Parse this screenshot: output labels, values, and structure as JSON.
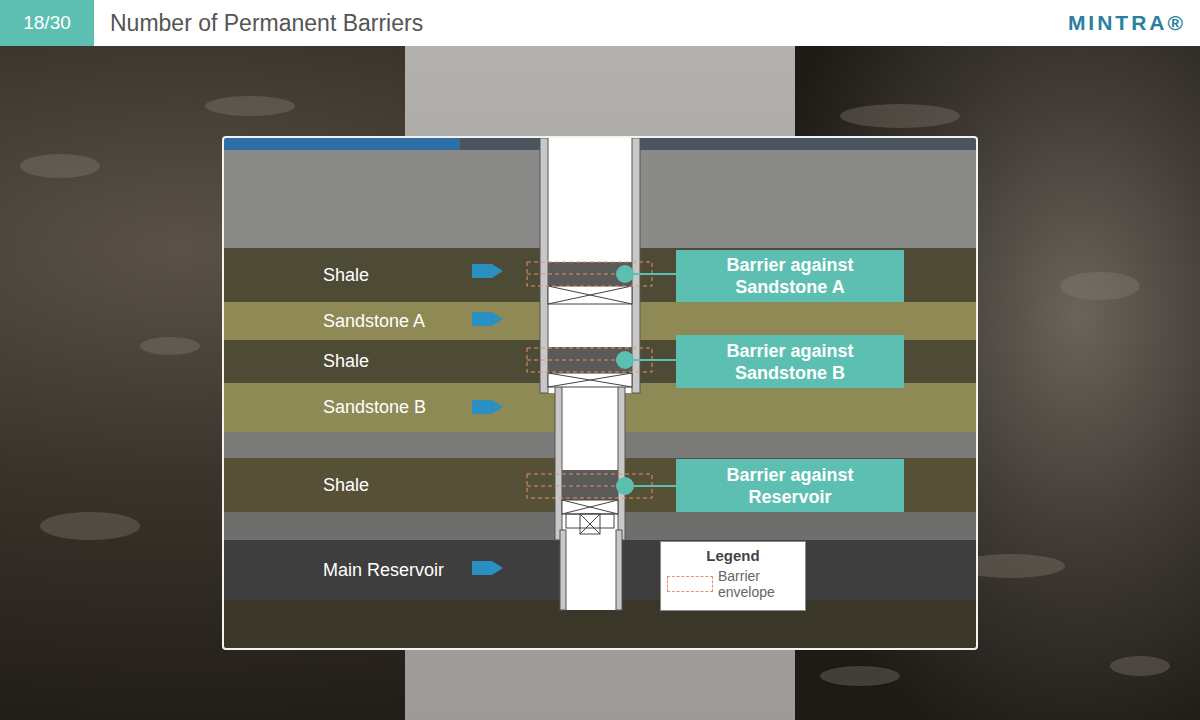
{
  "diagram": {
    "title": "Number of Permanent Barriers",
    "nodes": [
      {
        "text": [
          "18/30"
        ]
      },
      {
        "text": [
          "Shale"
        ]
      },
      {
        "text": [
          "Barrier against Sandstone A"
        ]
      },
      {
        "text": [
          "Sandstone A"
        ]
      },
      {
        "text": [
          "Shale"
        ]
      },
      {
        "text": [
          "Barrier against Sandstone B"
        ]
      },
      {
        "text": [
          "Sandstone B"
        ]
      },
      {
        "text": [
          "Shale"
        ]
      },
      {
        "text": [
          "Barrier against Reservoir"
        ]
      },
      {
        "text": [
          "Main Reservoir"
        ]
      }
    ],
    "labels": [
      "MINTRA®",
      "Legend"
    ],
    "legend": [
      {
        "text": "Barrier envelope"
      }
    ]
  }
}
